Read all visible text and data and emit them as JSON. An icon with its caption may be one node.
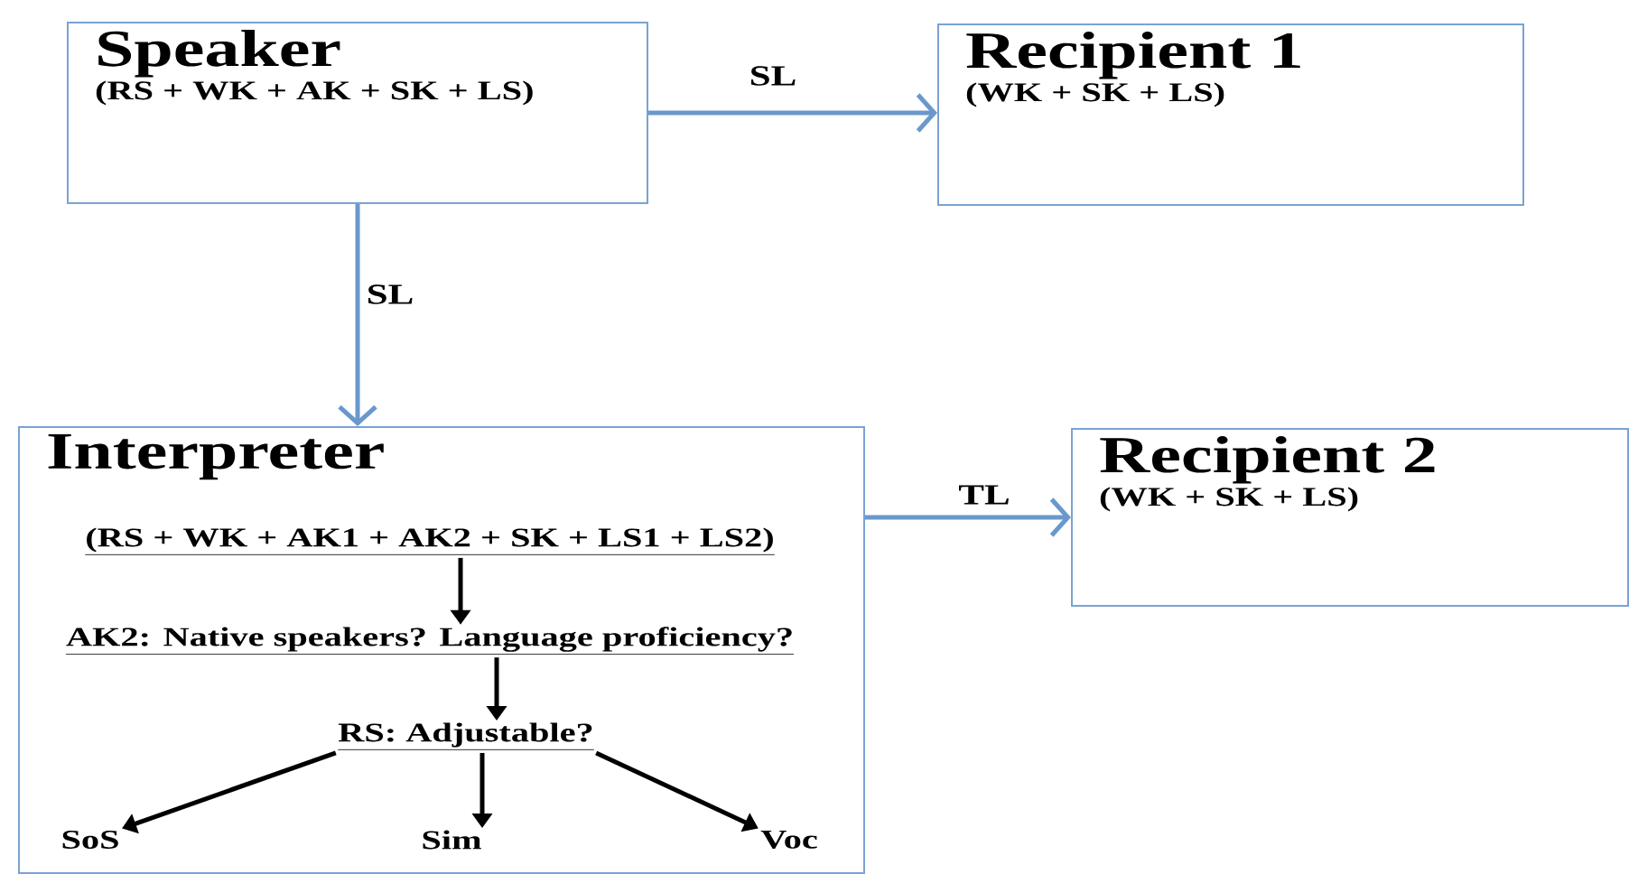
{
  "diagram": {
    "nodes": [
      {
        "text": [
          "Speaker",
          "(RS + WK + AK + SK + LS)"
        ]
      },
      {
        "text": [
          "Recipient 1",
          "(WK + SK + LS)"
        ]
      },
      {
        "text": [
          "Interpreter"
        ]
      },
      {
        "text": [
          "Recipient 2",
          "(WK + SK + LS)"
        ]
      },
      {
        "text": [
          "(RS + WK + AK1 + AK2 + SK + LS1 + LS2)"
        ],
        "in": 2
      },
      {
        "text": [
          "AK2: Native speakers? Language proficiency?"
        ],
        "in": 2
      },
      {
        "text": [
          "RS: Adjustable?"
        ],
        "in": 2
      },
      {
        "text": [
          "SoS"
        ],
        "in": 2
      },
      {
        "text": [
          "Sim"
        ],
        "in": 2
      },
      {
        "text": [
          "Voc"
        ],
        "in": 2
      }
    ],
    "edges": [
      {
        "from": 0,
        "to": 1,
        "arrow": "to",
        "label": "SL",
        "color": "#6a98cc"
      },
      {
        "from": 0,
        "to": 2,
        "arrow": "to",
        "label": "SL",
        "color": "#6a98cc"
      },
      {
        "from": 2,
        "to": 3,
        "arrow": "to",
        "label": "TL",
        "color": "#6a98cc"
      },
      {
        "from": 4,
        "to": 5,
        "arrow": "to",
        "color": "#000000"
      },
      {
        "from": 5,
        "to": 6,
        "arrow": "to",
        "color": "#000000"
      },
      {
        "from": 6,
        "to": 7,
        "arrow": "to",
        "color": "#000000"
      },
      {
        "from": 6,
        "to": 8,
        "arrow": "to",
        "color": "#000000"
      },
      {
        "from": 6,
        "to": 9,
        "arrow": "to",
        "color": "#000000"
      }
    ]
  }
}
